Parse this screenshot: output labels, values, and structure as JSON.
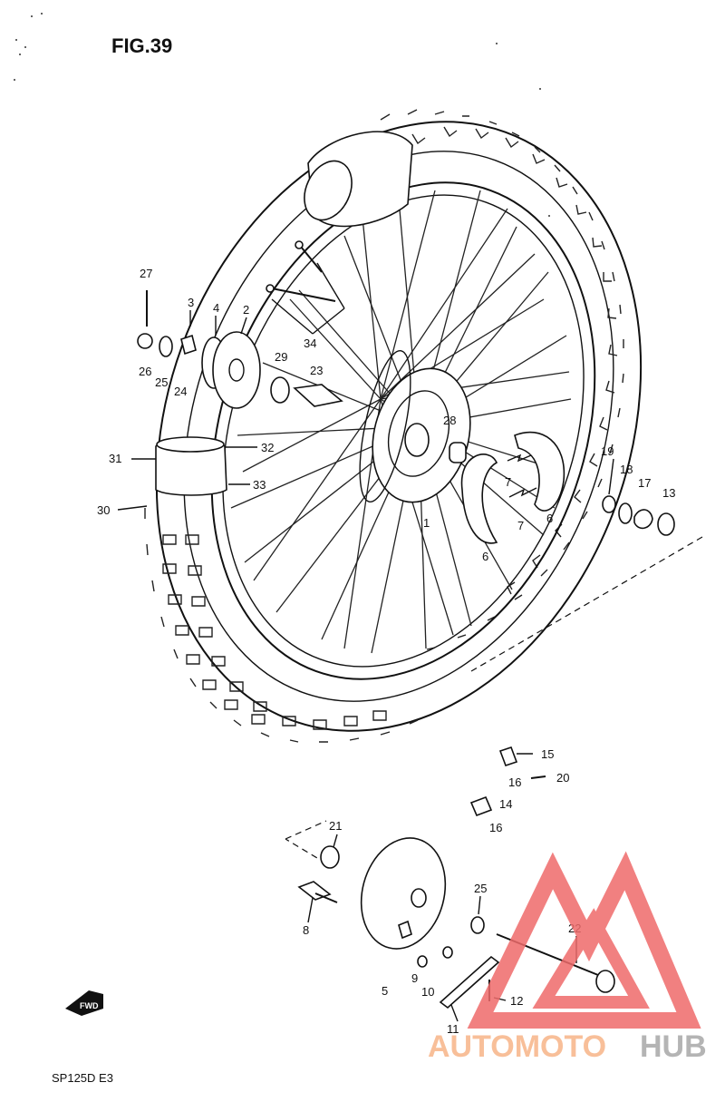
{
  "figure": {
    "title": "FIG.39",
    "model": "SP125D  E3",
    "fwd_label": "FWD"
  },
  "watermark": {
    "brand_part1": "AUTOMOTO",
    "brand_part2": "HUB",
    "color_triangle": "#ef6b6b",
    "color_text1": "#f7b488",
    "color_text2": "#a7a7a7"
  },
  "callouts": [
    "27",
    "3",
    "4",
    "2",
    "26",
    "25",
    "24",
    "29",
    "23",
    "34",
    "28",
    "31",
    "32",
    "33",
    "30",
    "1",
    "7",
    "7",
    "6",
    "6",
    "19",
    "18",
    "17",
    "13",
    "15",
    "16",
    "20",
    "14",
    "16",
    "21",
    "25",
    "22",
    "8",
    "9",
    "10",
    "5",
    "12",
    "11"
  ]
}
